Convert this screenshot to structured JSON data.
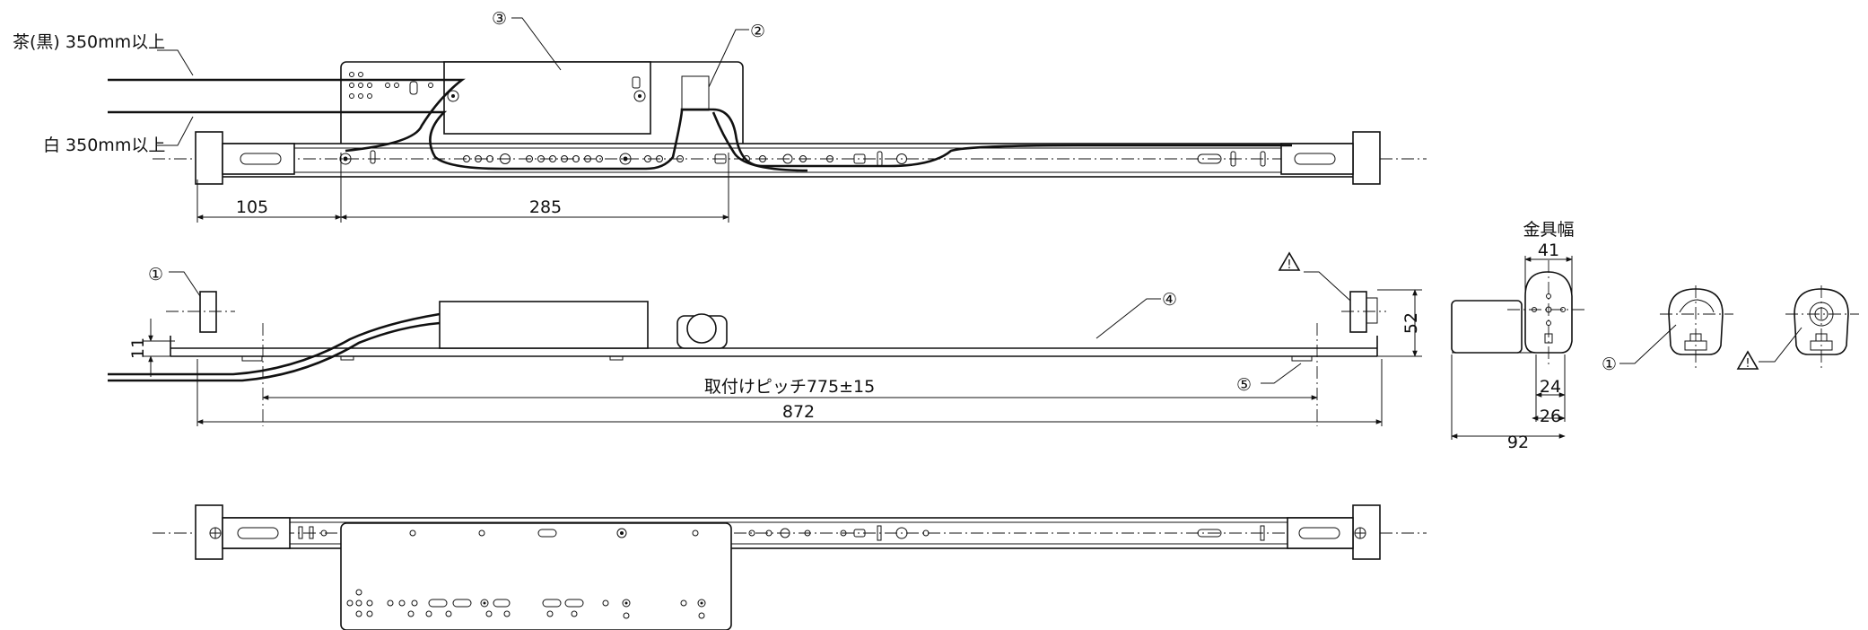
{
  "wires": {
    "brown_black": "茶(黒) 350mm以上",
    "white": "白 350mm以上"
  },
  "markers": {
    "m1": "①",
    "m2": "②",
    "m3": "③",
    "m4": "④",
    "m5": "⑤",
    "warn": "!"
  },
  "dimensions": {
    "d105": "105",
    "d285": "285",
    "d11": "11",
    "d52": "52",
    "pitch": "取付けピッチ775±15",
    "d872": "872",
    "width_title": "金具幅",
    "d41": "41",
    "d24": "24",
    "d26": "26",
    "d92": "92"
  }
}
